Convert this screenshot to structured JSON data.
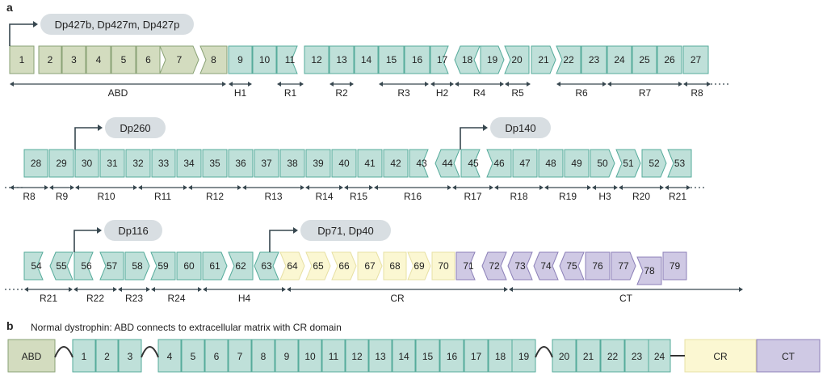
{
  "panel_a_label": "a",
  "panel_b_label": "b",
  "panel_b_caption": "Normal dystrophin: ABD connects to extracellular matrix with CR domain",
  "colors": {
    "green": "#d3dcbf",
    "green_stroke": "#8aa276",
    "teal": "#bfe0d9",
    "teal_stroke": "#56ab9b",
    "yellow": "#fbf7d2",
    "yellow_stroke": "#e7e0a4",
    "purple": "#cfc9e4",
    "purple_stroke": "#8c80b8",
    "pill": "#d8dee2",
    "arrow": "#37474f"
  },
  "promoters": [
    {
      "label": "Dp427b, Dp427m, Dp427p",
      "row": 0,
      "at_exon": "1"
    },
    {
      "label": "Dp260",
      "row": 1,
      "at_exon": "30"
    },
    {
      "label": "Dp140",
      "row": 1,
      "at_exon": "45"
    },
    {
      "label": "Dp116",
      "row": 2,
      "at_exon": "56"
    },
    {
      "label": "Dp71, Dp40",
      "row": 2,
      "at_exon": "63"
    }
  ],
  "exon_rows": [
    {
      "exons": [
        {
          "n": "1",
          "c": "green",
          "s": "rect"
        },
        {
          "n": "2",
          "c": "green",
          "s": "rect"
        },
        {
          "n": "3",
          "c": "green",
          "s": "rect"
        },
        {
          "n": "4",
          "c": "green",
          "s": "rect"
        },
        {
          "n": "5",
          "c": "green",
          "s": "rect"
        },
        {
          "n": "6",
          "c": "green",
          "s": "rect"
        },
        {
          "n": "7",
          "c": "green",
          "s": "chevron-right"
        },
        {
          "n": "8",
          "c": "green",
          "s": "notch-left"
        },
        {
          "n": "9",
          "c": "teal",
          "s": "rect"
        },
        {
          "n": "10",
          "c": "teal",
          "s": "rect"
        },
        {
          "n": "11",
          "c": "teal",
          "s": "point-left"
        },
        {
          "n": "12",
          "c": "teal",
          "s": "rect"
        },
        {
          "n": "13",
          "c": "teal",
          "s": "rect"
        },
        {
          "n": "14",
          "c": "teal",
          "s": "rect"
        },
        {
          "n": "15",
          "c": "teal",
          "s": "rect"
        },
        {
          "n": "16",
          "c": "teal",
          "s": "rect"
        },
        {
          "n": "17",
          "c": "teal",
          "s": "point-left"
        },
        {
          "n": "18",
          "c": "teal",
          "s": "chevron-left"
        },
        {
          "n": "19",
          "c": "teal",
          "s": "point-right"
        },
        {
          "n": "20",
          "c": "teal",
          "s": "notch-left"
        },
        {
          "n": "21",
          "c": "teal",
          "s": "point-right"
        },
        {
          "n": "22",
          "c": "teal",
          "s": "notch-left"
        },
        {
          "n": "23",
          "c": "teal",
          "s": "rect"
        },
        {
          "n": "24",
          "c": "teal",
          "s": "rect"
        },
        {
          "n": "25",
          "c": "teal",
          "s": "rect"
        },
        {
          "n": "26",
          "c": "teal",
          "s": "rect"
        },
        {
          "n": "27",
          "c": "teal",
          "s": "rect"
        }
      ],
      "domains": [
        "ABD",
        "H1",
        "R1",
        "R2",
        "R3",
        "H2",
        "R4",
        "R5",
        "R6",
        "R7",
        "R8"
      ]
    },
    {
      "exons": [
        {
          "n": "28",
          "c": "teal",
          "s": "rect"
        },
        {
          "n": "29",
          "c": "teal",
          "s": "rect"
        },
        {
          "n": "30",
          "c": "teal",
          "s": "rect"
        },
        {
          "n": "31",
          "c": "teal",
          "s": "rect"
        },
        {
          "n": "32",
          "c": "teal",
          "s": "rect"
        },
        {
          "n": "33",
          "c": "teal",
          "s": "rect"
        },
        {
          "n": "34",
          "c": "teal",
          "s": "rect"
        },
        {
          "n": "35",
          "c": "teal",
          "s": "rect"
        },
        {
          "n": "36",
          "c": "teal",
          "s": "rect"
        },
        {
          "n": "37",
          "c": "teal",
          "s": "rect"
        },
        {
          "n": "38",
          "c": "teal",
          "s": "rect"
        },
        {
          "n": "39",
          "c": "teal",
          "s": "rect"
        },
        {
          "n": "40",
          "c": "teal",
          "s": "rect"
        },
        {
          "n": "41",
          "c": "teal",
          "s": "rect"
        },
        {
          "n": "42",
          "c": "teal",
          "s": "rect"
        },
        {
          "n": "43",
          "c": "teal",
          "s": "point-left"
        },
        {
          "n": "44",
          "c": "teal",
          "s": "chevron-left"
        },
        {
          "n": "45",
          "c": "teal",
          "s": "point-left"
        },
        {
          "n": "46",
          "c": "teal",
          "s": "notch-left"
        },
        {
          "n": "47",
          "c": "teal",
          "s": "rect"
        },
        {
          "n": "48",
          "c": "teal",
          "s": "rect"
        },
        {
          "n": "49",
          "c": "teal",
          "s": "rect"
        },
        {
          "n": "50",
          "c": "teal",
          "s": "point-right"
        },
        {
          "n": "51",
          "c": "teal",
          "s": "chevron-right"
        },
        {
          "n": "52",
          "c": "teal",
          "s": "point-right"
        },
        {
          "n": "53",
          "c": "teal",
          "s": "notch-left"
        }
      ],
      "domains": [
        "R8",
        "R9",
        "R10",
        "R11",
        "R12",
        "R13",
        "R14",
        "R15",
        "R16",
        "R17",
        "R18",
        "R19",
        "H3",
        "R20",
        "R21"
      ]
    },
    {
      "exons": [
        {
          "n": "54",
          "c": "teal",
          "s": "point-left"
        },
        {
          "n": "55",
          "c": "teal",
          "s": "chevron-left"
        },
        {
          "n": "56",
          "c": "teal",
          "s": "point-left"
        },
        {
          "n": "57",
          "c": "teal",
          "s": "notch-left"
        },
        {
          "n": "58",
          "c": "teal",
          "s": "point-right"
        },
        {
          "n": "59",
          "c": "teal",
          "s": "notch-left"
        },
        {
          "n": "60",
          "c": "teal",
          "s": "rect"
        },
        {
          "n": "61",
          "c": "teal",
          "s": "point-right"
        },
        {
          "n": "62",
          "c": "teal",
          "s": "notch-left"
        },
        {
          "n": "63",
          "c": "teal",
          "s": "chevron-left"
        },
        {
          "n": "64",
          "c": "yellow",
          "s": "chevron-right"
        },
        {
          "n": "65",
          "c": "yellow",
          "s": "chevron-right"
        },
        {
          "n": "66",
          "c": "yellow",
          "s": "chevron-right"
        },
        {
          "n": "67",
          "c": "yellow",
          "s": "point-right"
        },
        {
          "n": "68",
          "c": "yellow",
          "s": "rect"
        },
        {
          "n": "69",
          "c": "yellow",
          "s": "chevron-right"
        },
        {
          "n": "70",
          "c": "yellow",
          "s": "rect"
        },
        {
          "n": "71",
          "c": "purple",
          "s": "point-left"
        },
        {
          "n": "72",
          "c": "purple",
          "s": "chevron-left"
        },
        {
          "n": "73",
          "c": "purple",
          "s": "chevron-left"
        },
        {
          "n": "74",
          "c": "purple",
          "s": "chevron-left"
        },
        {
          "n": "75",
          "c": "purple",
          "s": "chevron-left"
        },
        {
          "n": "76",
          "c": "purple",
          "s": "rect"
        },
        {
          "n": "77",
          "c": "purple",
          "s": "point-right"
        },
        {
          "n": "78",
          "c": "purple",
          "s": "notch-left"
        },
        {
          "n": "79",
          "c": "purple",
          "s": "rect"
        }
      ],
      "domains": [
        "R21",
        "R22",
        "R23",
        "R24",
        "H4",
        "CR",
        "CT"
      ]
    }
  ],
  "panel_b_blocks": [
    "ABD",
    "1",
    "2",
    "3",
    "4",
    "5",
    "6",
    "7",
    "8",
    "9",
    "10",
    "11",
    "12",
    "13",
    "14",
    "15",
    "16",
    "17",
    "18",
    "19",
    "20",
    "21",
    "22",
    "23",
    "24",
    "CR",
    "CT"
  ]
}
